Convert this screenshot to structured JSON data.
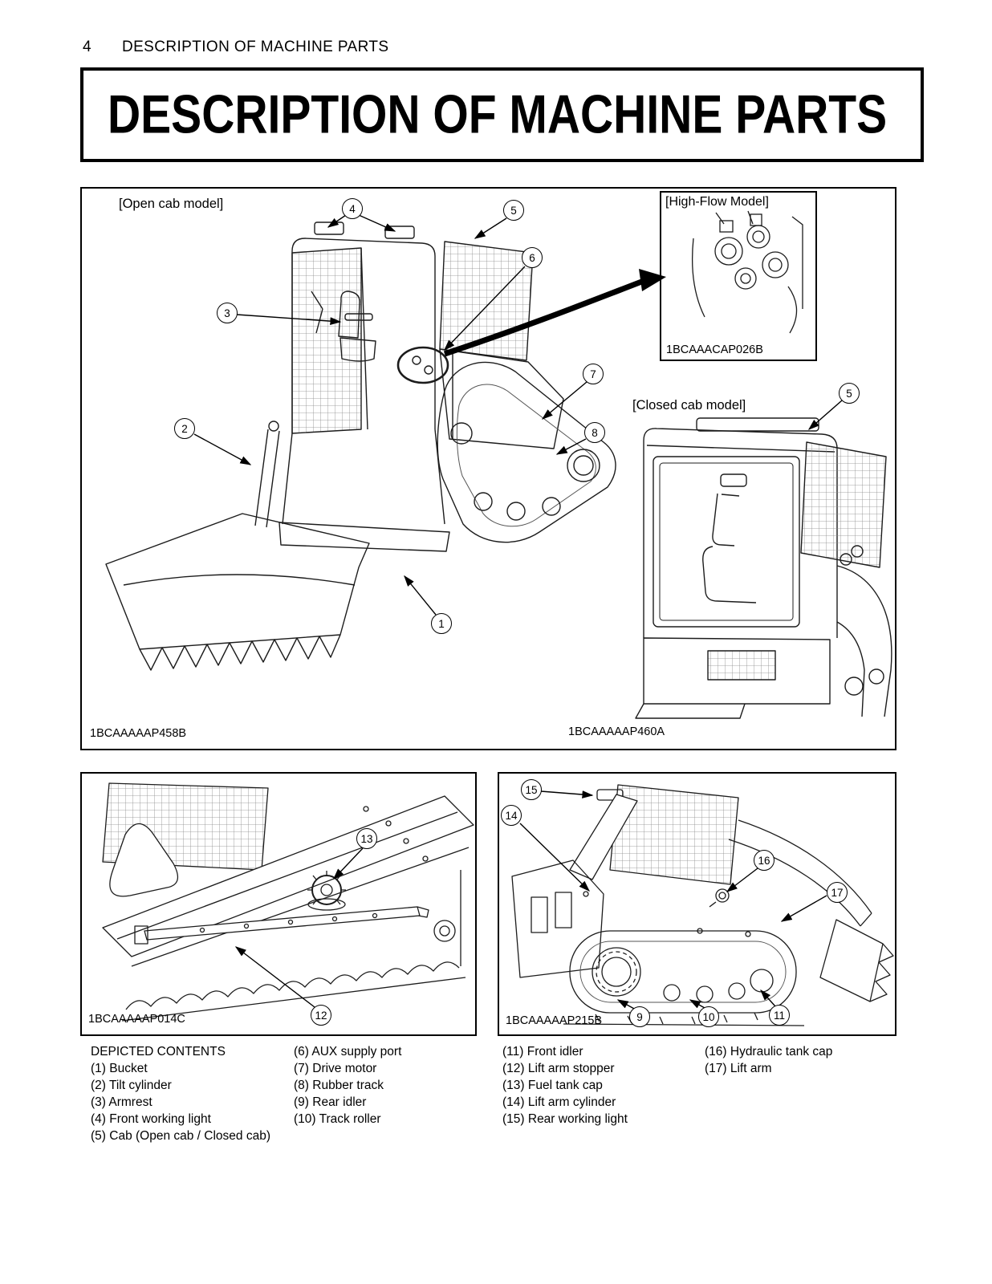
{
  "page": {
    "number": "4",
    "running_header": "DESCRIPTION OF MACHINE PARTS",
    "title": "DESCRIPTION OF MACHINE PARTS"
  },
  "main_figure": {
    "open_cab_label": "[Open cab model]",
    "closed_cab_label": "[Closed cab model]",
    "high_flow_label": "[High-Flow Model]",
    "high_flow_code": "1BCAAACAP026B",
    "open_cab_code": "1BCAAAAAP458B",
    "closed_cab_code": "1BCAAAAAP460A",
    "callouts": {
      "bucket": "1",
      "tilt_cylinder": "2",
      "armrest": "3",
      "front_working_light": "4",
      "cab_open": "5",
      "aux_supply_port": "6",
      "drive_motor": "7",
      "rubber_track": "8",
      "cab_closed": "5"
    }
  },
  "detail_figure_left": {
    "code": "1BCAAAAAP014C",
    "callouts": {
      "fuel_tank_cap": "13",
      "lift_arm_stopper": "12"
    }
  },
  "detail_figure_right": {
    "code": "1BCAAAAAP215B",
    "callouts": {
      "rear_working_light": "15",
      "lift_arm_cylinder": "14",
      "hydraulic_tank_cap": "16",
      "lift_arm": "17",
      "rear_idler": "9",
      "track_roller": "10",
      "front_idler": "11"
    }
  },
  "depicted_contents": {
    "title": "DEPICTED CONTENTS",
    "columns": [
      {
        "items": [
          "(1) Bucket",
          "(2) Tilt cylinder",
          "(3) Armrest",
          "(4) Front working light",
          "(5) Cab (Open cab / Closed cab)"
        ]
      },
      {
        "items": [
          "(6) AUX supply port",
          "(7) Drive motor",
          "(8) Rubber track",
          "(9) Rear idler",
          "(10) Track roller"
        ]
      },
      {
        "items": [
          "(11) Front idler",
          "(12) Lift arm stopper",
          "(13) Fuel tank cap",
          "(14) Lift arm cylinder",
          "(15) Rear working light"
        ]
      },
      {
        "items": [
          "(16) Hydraulic tank cap",
          "(17) Lift arm"
        ]
      }
    ]
  }
}
